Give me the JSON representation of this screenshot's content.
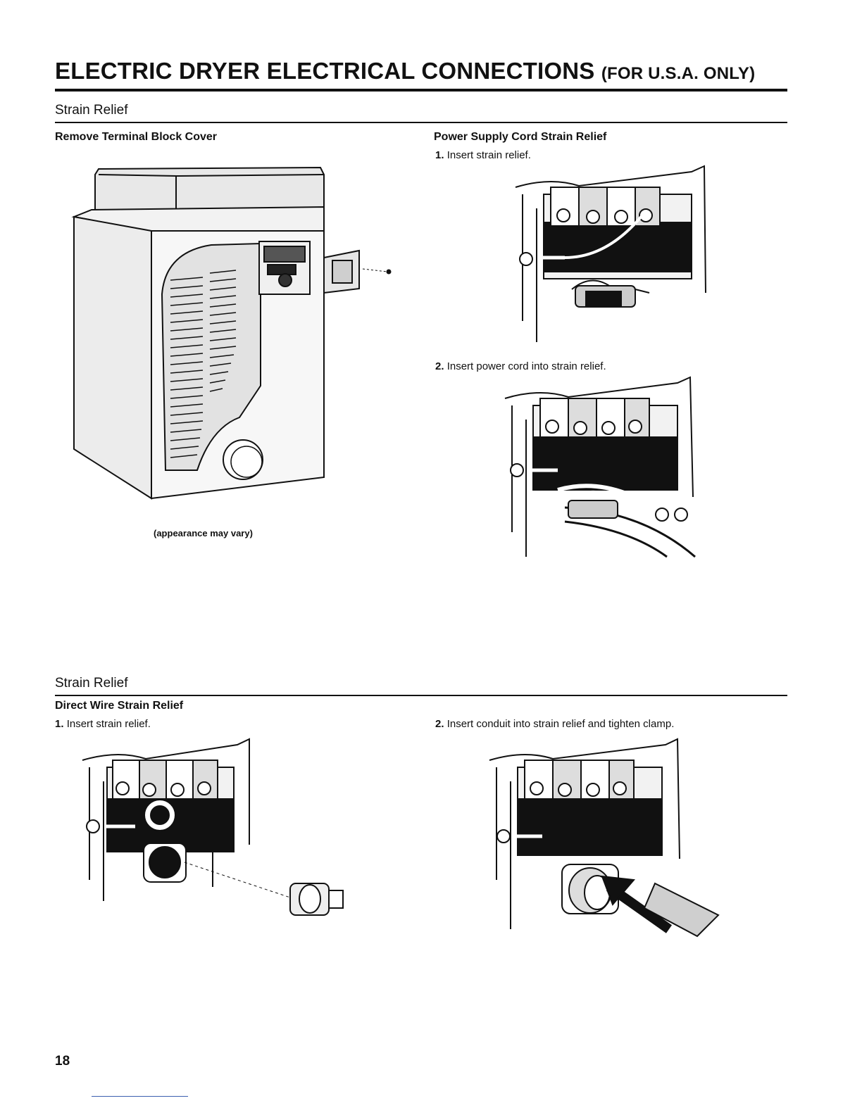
{
  "header": {
    "title_main": "ELECTRIC DRYER ELECTRICAL CONNECTIONS",
    "title_sub": "(FOR U.S.A. ONLY)"
  },
  "section_top": {
    "title": "Strain Relief",
    "left": {
      "heading": "Remove Terminal Block Cover",
      "caption": "(appearance may vary)"
    },
    "right": {
      "heading": "Power Supply Cord Strain Relief",
      "step1_num": "1.",
      "step1_text": "Insert strain relief.",
      "step2_num": "2.",
      "step2_text": "Insert power cord into strain relief."
    }
  },
  "section_bottom": {
    "title": "Strain Relief",
    "heading": "Direct Wire Strain Relief",
    "step1_num": "1.",
    "step1_text": "Insert strain relief.",
    "step2_num": "2.",
    "step2_text": "Insert conduit into strain relief and tighten clamp."
  },
  "footer": {
    "page_number": "18"
  }
}
